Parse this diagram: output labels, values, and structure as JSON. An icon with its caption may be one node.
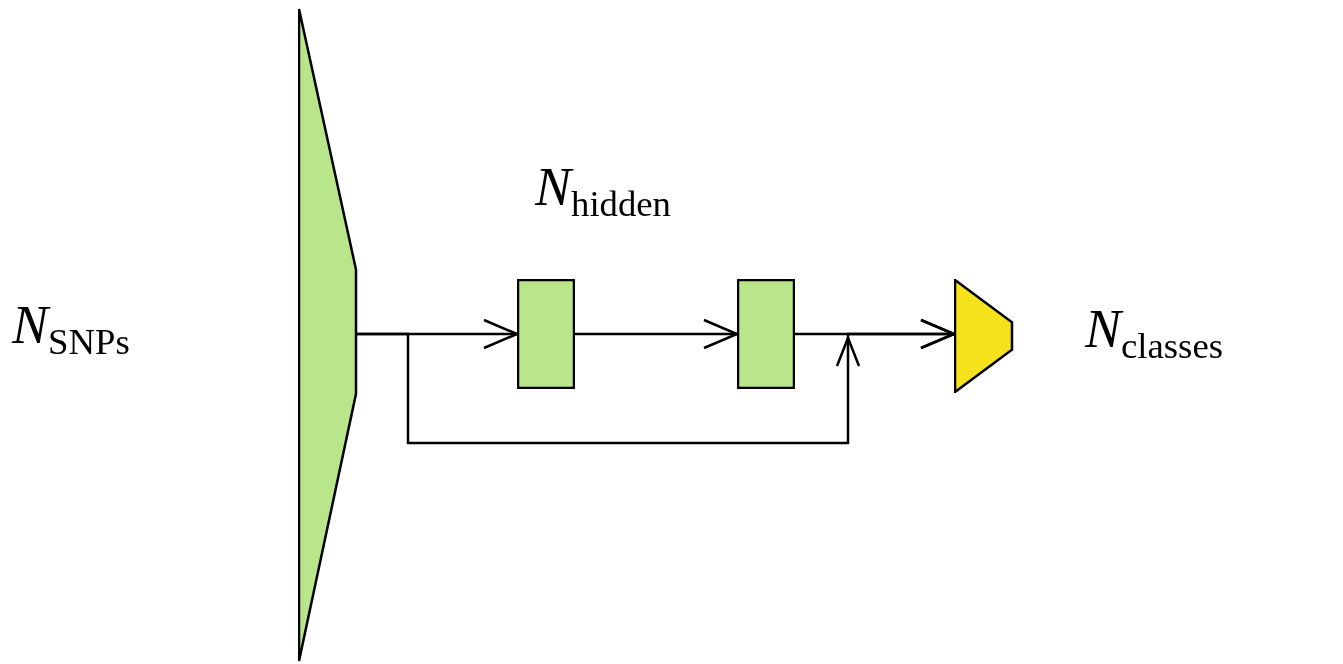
{
  "diagram": {
    "nodes": [
      {
        "text": [],
        "shape": "trapezoid",
        "beside": [
          "*N*$_{SNPs}$"
        ]
      },
      {
        "text": [],
        "shape": "box"
      },
      {
        "text": [],
        "shape": "box"
      },
      {
        "text": [],
        "shape": "trapezoid",
        "beside": [
          "*N*$_{classes}$"
        ]
      }
    ],
    "edges": [
      {
        "from": 0,
        "to": 1,
        "arrow": "to"
      },
      {
        "from": 1,
        "to": 2,
        "arrow": "to"
      },
      {
        "from": 2,
        "to": 3,
        "arrow": "to"
      },
      {
        "from": 0,
        "to": 3,
        "arrow": "to"
      }
    ],
    "labels": [
      "*N*$_{hidden}$"
    ]
  }
}
